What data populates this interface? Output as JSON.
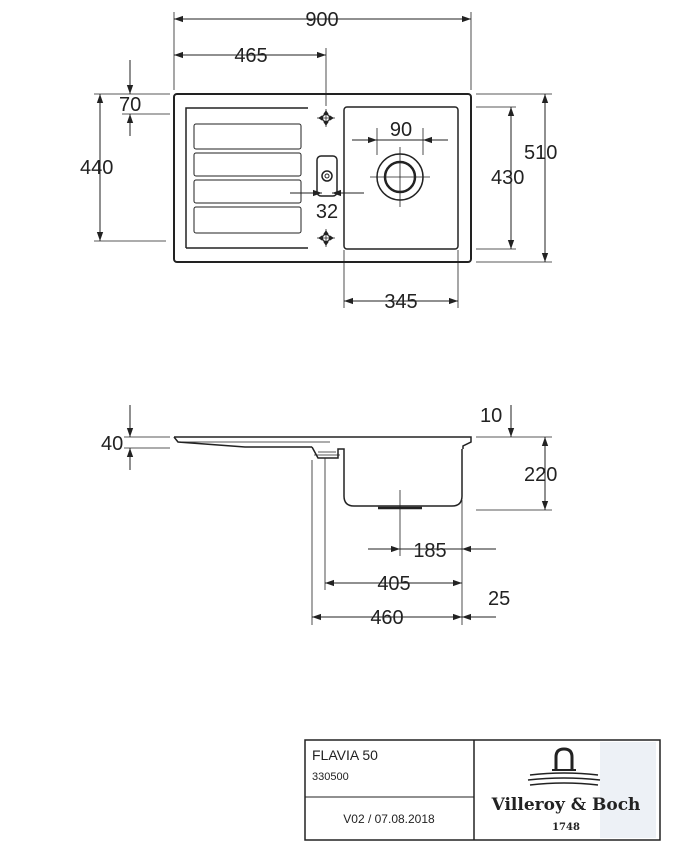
{
  "dimensions": {
    "overall_width": "900",
    "drainer_width": "465",
    "top_offset": "70",
    "inner_height": "440",
    "overall_depth": "510",
    "bowl_depth": "430",
    "waste_diameter": "90",
    "overflow_size": "32",
    "bowl_width": "345",
    "rim_height": "10",
    "deck_thickness": "40",
    "bowl_height": "220",
    "waste_offset": "185",
    "bowl_outer": "405",
    "cabinet_width": "460",
    "wall_offset": "25"
  },
  "title_block": {
    "product_name": "FLAVIA 50",
    "article_number": "330500",
    "version_date": "V02 / 07.08.2018"
  },
  "logo": {
    "brand": "Villeroy & Boch",
    "year": "1748"
  },
  "colors": {
    "line": "#222222",
    "watermark": "#dfe6ee"
  }
}
